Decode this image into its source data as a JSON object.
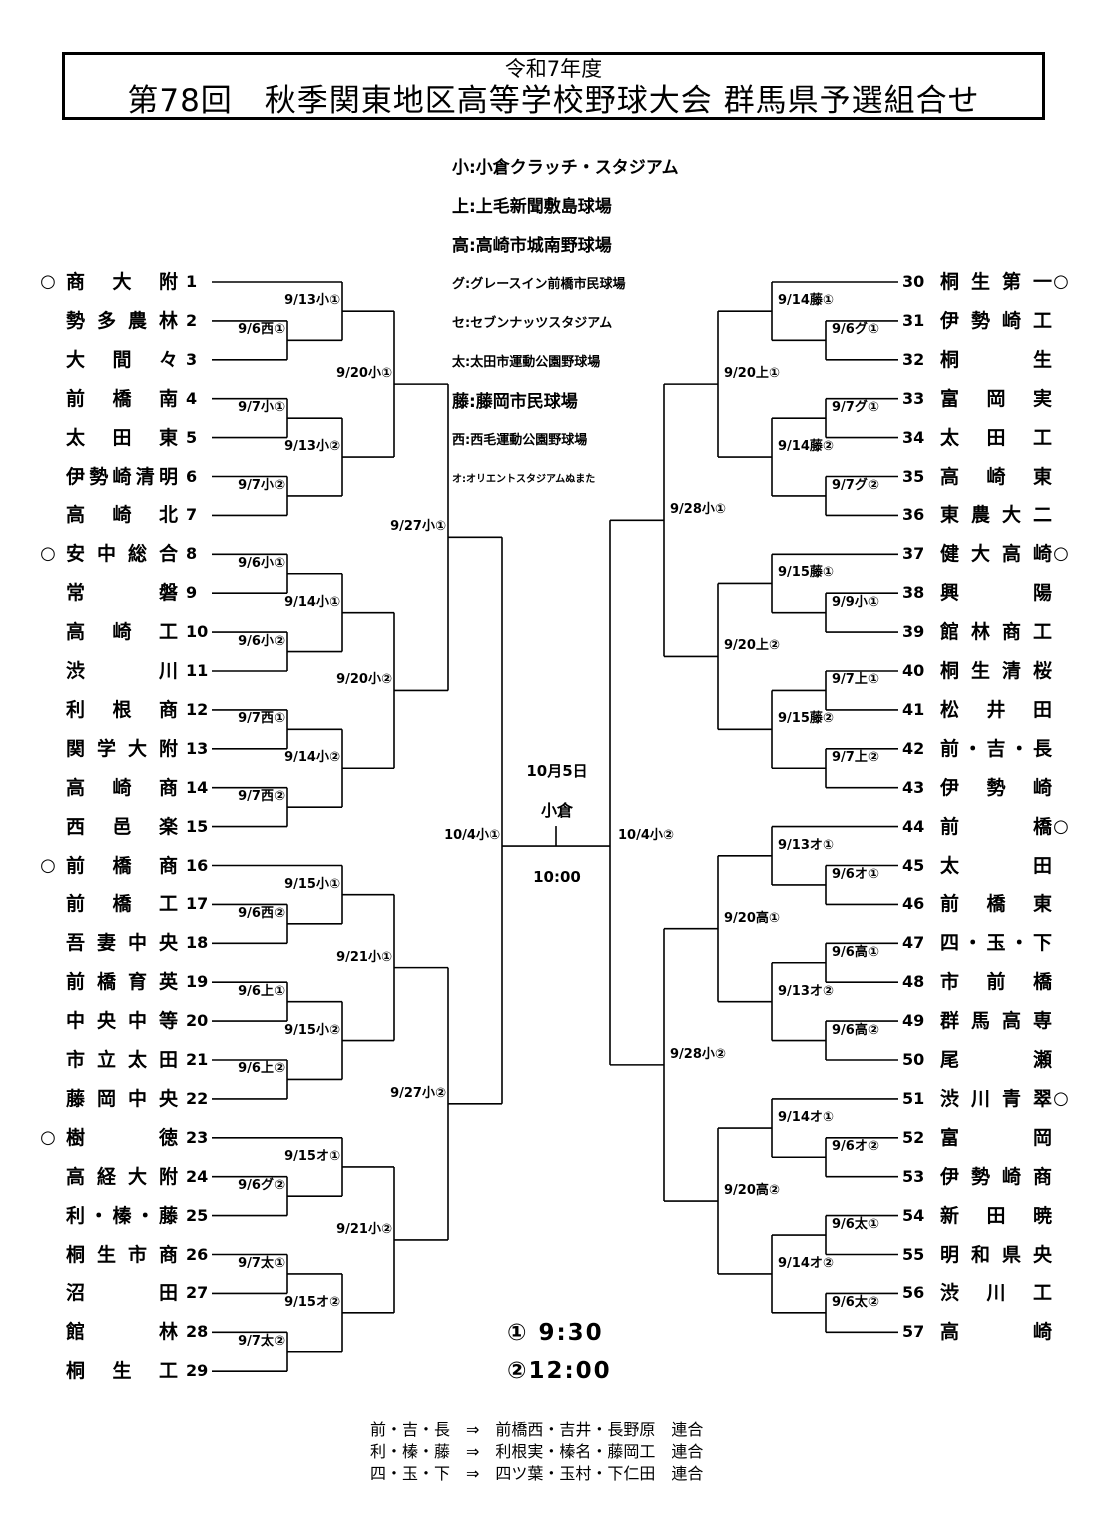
{
  "header": {
    "subtitle": "令和7年度",
    "title": "第78回　秋季関東地区高等学校野球大会 群馬県予選組合せ"
  },
  "venues": [
    "小:小倉クラッチ・スタジアム",
    "上:上毛新聞敷島球場",
    "高:高崎市城南野球場",
    "グ:グレースイン前橋市民球場",
    "セ:セブンナッツスタジアム",
    "太:太田市運動公園野球場",
    "藤:藤岡市民球場",
    "西:西毛運動公園野球場",
    "オ:オリエントスタジアムぬまた"
  ],
  "seed_mark": "○",
  "left_teams": [
    {
      "num": "1",
      "name": "商大附",
      "seed": true
    },
    {
      "num": "2",
      "name": "勢多農林",
      "seed": false
    },
    {
      "num": "3",
      "name": "大間々",
      "seed": false
    },
    {
      "num": "4",
      "name": "前橋南",
      "seed": false
    },
    {
      "num": "5",
      "name": "太田東",
      "seed": false
    },
    {
      "num": "6",
      "name": "伊勢崎清明",
      "seed": false
    },
    {
      "num": "7",
      "name": "高崎北",
      "seed": false
    },
    {
      "num": "8",
      "name": "安中総合",
      "seed": true
    },
    {
      "num": "9",
      "name": "常磐",
      "seed": false
    },
    {
      "num": "10",
      "name": "高崎工",
      "seed": false
    },
    {
      "num": "11",
      "name": "渋川",
      "seed": false
    },
    {
      "num": "12",
      "name": "利根商",
      "seed": false
    },
    {
      "num": "13",
      "name": "関学大附",
      "seed": false
    },
    {
      "num": "14",
      "name": "高崎商",
      "seed": false
    },
    {
      "num": "15",
      "name": "西邑楽",
      "seed": false
    },
    {
      "num": "16",
      "name": "前橋商",
      "seed": true
    },
    {
      "num": "17",
      "name": "前橋工",
      "seed": false
    },
    {
      "num": "18",
      "name": "吾妻中央",
      "seed": false
    },
    {
      "num": "19",
      "name": "前橋育英",
      "seed": false
    },
    {
      "num": "20",
      "name": "中央中等",
      "seed": false
    },
    {
      "num": "21",
      "name": "市立太田",
      "seed": false
    },
    {
      "num": "22",
      "name": "藤岡中央",
      "seed": false
    },
    {
      "num": "23",
      "name": "樹徳",
      "seed": true
    },
    {
      "num": "24",
      "name": "高経大附",
      "seed": false
    },
    {
      "num": "25",
      "name": "利・榛・藤",
      "seed": false
    },
    {
      "num": "26",
      "name": "桐生市商",
      "seed": false
    },
    {
      "num": "27",
      "name": "沼田",
      "seed": false
    },
    {
      "num": "28",
      "name": "館林",
      "seed": false
    },
    {
      "num": "29",
      "name": "桐生工",
      "seed": false
    }
  ],
  "right_teams": [
    {
      "num": "30",
      "name": "桐生第一",
      "seed": true
    },
    {
      "num": "31",
      "name": "伊勢崎工",
      "seed": false
    },
    {
      "num": "32",
      "name": "桐生",
      "seed": false
    },
    {
      "num": "33",
      "name": "富岡実",
      "seed": false
    },
    {
      "num": "34",
      "name": "太田工",
      "seed": false
    },
    {
      "num": "35",
      "name": "高崎東",
      "seed": false
    },
    {
      "num": "36",
      "name": "東農大二",
      "seed": false
    },
    {
      "num": "37",
      "name": "健大高崎",
      "seed": true
    },
    {
      "num": "38",
      "name": "興陽",
      "seed": false
    },
    {
      "num": "39",
      "name": "館林商工",
      "seed": false
    },
    {
      "num": "40",
      "name": "桐生清桜",
      "seed": false
    },
    {
      "num": "41",
      "name": "松井田",
      "seed": false
    },
    {
      "num": "42",
      "name": "前・吉・長",
      "seed": false
    },
    {
      "num": "43",
      "name": "伊勢崎",
      "seed": false
    },
    {
      "num": "44",
      "name": "前橋",
      "seed": true
    },
    {
      "num": "45",
      "name": "太田",
      "seed": false
    },
    {
      "num": "46",
      "name": "前橋東",
      "seed": false
    },
    {
      "num": "47",
      "name": "四・玉・下",
      "seed": false
    },
    {
      "num": "48",
      "name": "市前橋",
      "seed": false
    },
    {
      "num": "49",
      "name": "群馬高専",
      "seed": false
    },
    {
      "num": "50",
      "name": "尾瀬",
      "seed": false
    },
    {
      "num": "51",
      "name": "渋川青翠",
      "seed": true
    },
    {
      "num": "52",
      "name": "富岡",
      "seed": false
    },
    {
      "num": "53",
      "name": "伊勢崎商",
      "seed": false
    },
    {
      "num": "54",
      "name": "新田暁",
      "seed": false
    },
    {
      "num": "55",
      "name": "明和県央",
      "seed": false
    },
    {
      "num": "56",
      "name": "渋川工",
      "seed": false
    },
    {
      "num": "57",
      "name": "高崎",
      "seed": false
    }
  ],
  "left_games": {
    "r1": [
      "9/6西①",
      "9/7小①",
      "9/7小②",
      "9/6小①",
      "9/6小②",
      "9/7西①",
      "9/7西②",
      "9/6西②",
      "9/6上①",
      "9/6上②",
      "9/6グ②",
      "9/7太①",
      "9/7太②"
    ],
    "r2": [
      "9/13小①",
      "9/13小②",
      "9/14小①",
      "9/14小②",
      "9/15小①",
      "9/15小②",
      "9/15オ①",
      "9/15オ②"
    ],
    "r3": [
      "9/20小①",
      "9/20小②",
      "9/21小①",
      "9/21小②"
    ],
    "r4": [
      "9/27小①",
      "9/27小②"
    ],
    "semi": "10/4小①"
  },
  "right_games": {
    "r1": [
      "9/6グ①",
      "9/7グ①",
      "9/7グ②",
      "9/9小①",
      "9/7上①",
      "9/7上②",
      "9/6オ①",
      "9/6高①",
      "9/6高②",
      "9/6オ②",
      "9/6太①",
      "9/6太②"
    ],
    "r2": [
      "9/14藤①",
      "9/14藤②",
      "9/15藤①",
      "9/15藤②",
      "9/13オ①",
      "9/13オ②",
      "9/14オ①",
      "9/14オ②"
    ],
    "r3": [
      "9/20上①",
      "9/20上②",
      "9/20高①",
      "9/20高②"
    ],
    "r4": [
      "9/28小①",
      "9/28小②"
    ],
    "semi": "10/4小②"
  },
  "final": {
    "date": "10月5日",
    "venue": "小倉",
    "time": "10:00"
  },
  "times": [
    "① 9:30",
    "②12:00"
  ],
  "notes": [
    "前・吉・長　⇒　前橋西・吉井・長野原　連合",
    "利・榛・藤　⇒　利根実・榛名・藤岡工　連合",
    "四・玉・下　⇒　四ツ葉・玉村・下仁田　連合"
  ]
}
